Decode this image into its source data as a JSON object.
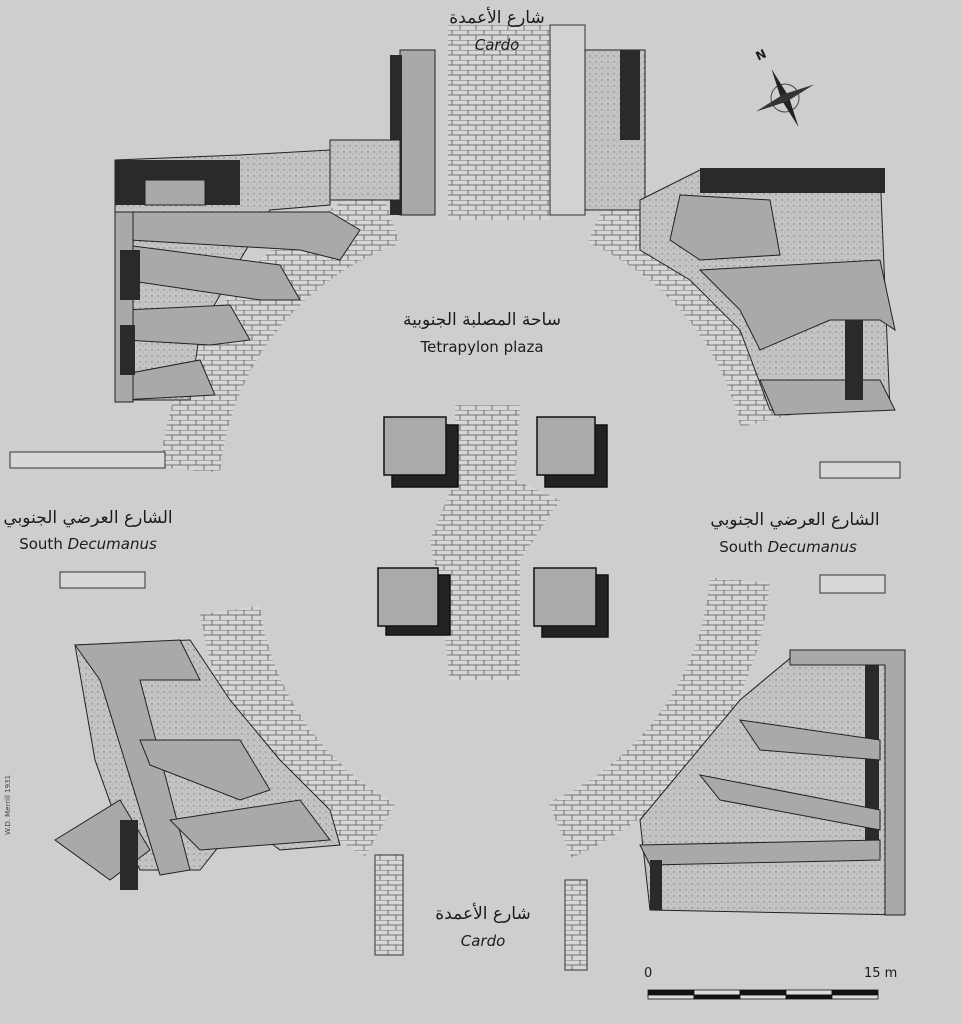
{
  "labels": {
    "cardo_top": {
      "arabic": "شارع الأعمدة",
      "english": "Cardo"
    },
    "plaza": {
      "arabic": "ساحة المصلبة الجنوبية",
      "english": "Tetrapylon plaza"
    },
    "decumanus_left": {
      "arabic": "الشارع العرضي الجنوبي",
      "english_prefix": "South ",
      "english_italic": "Decumanus"
    },
    "decumanus_right": {
      "arabic": "الشارع العرضي الجنوبي",
      "english_prefix": "South ",
      "english_italic": "Decumanus"
    },
    "cardo_bottom": {
      "arabic": "شارع الأعمدة",
      "english": "Cardo"
    }
  },
  "compass": {
    "north_label": "N"
  },
  "scale_bar": {
    "start_label": "0",
    "end_label": "15 m",
    "segments": 5
  },
  "credit": "W.D. Merrill 1931",
  "colors": {
    "background": "#cecece",
    "wall": "#a9a9a9",
    "dark": "#2a2a2a",
    "ink": "#1c1c1c"
  }
}
